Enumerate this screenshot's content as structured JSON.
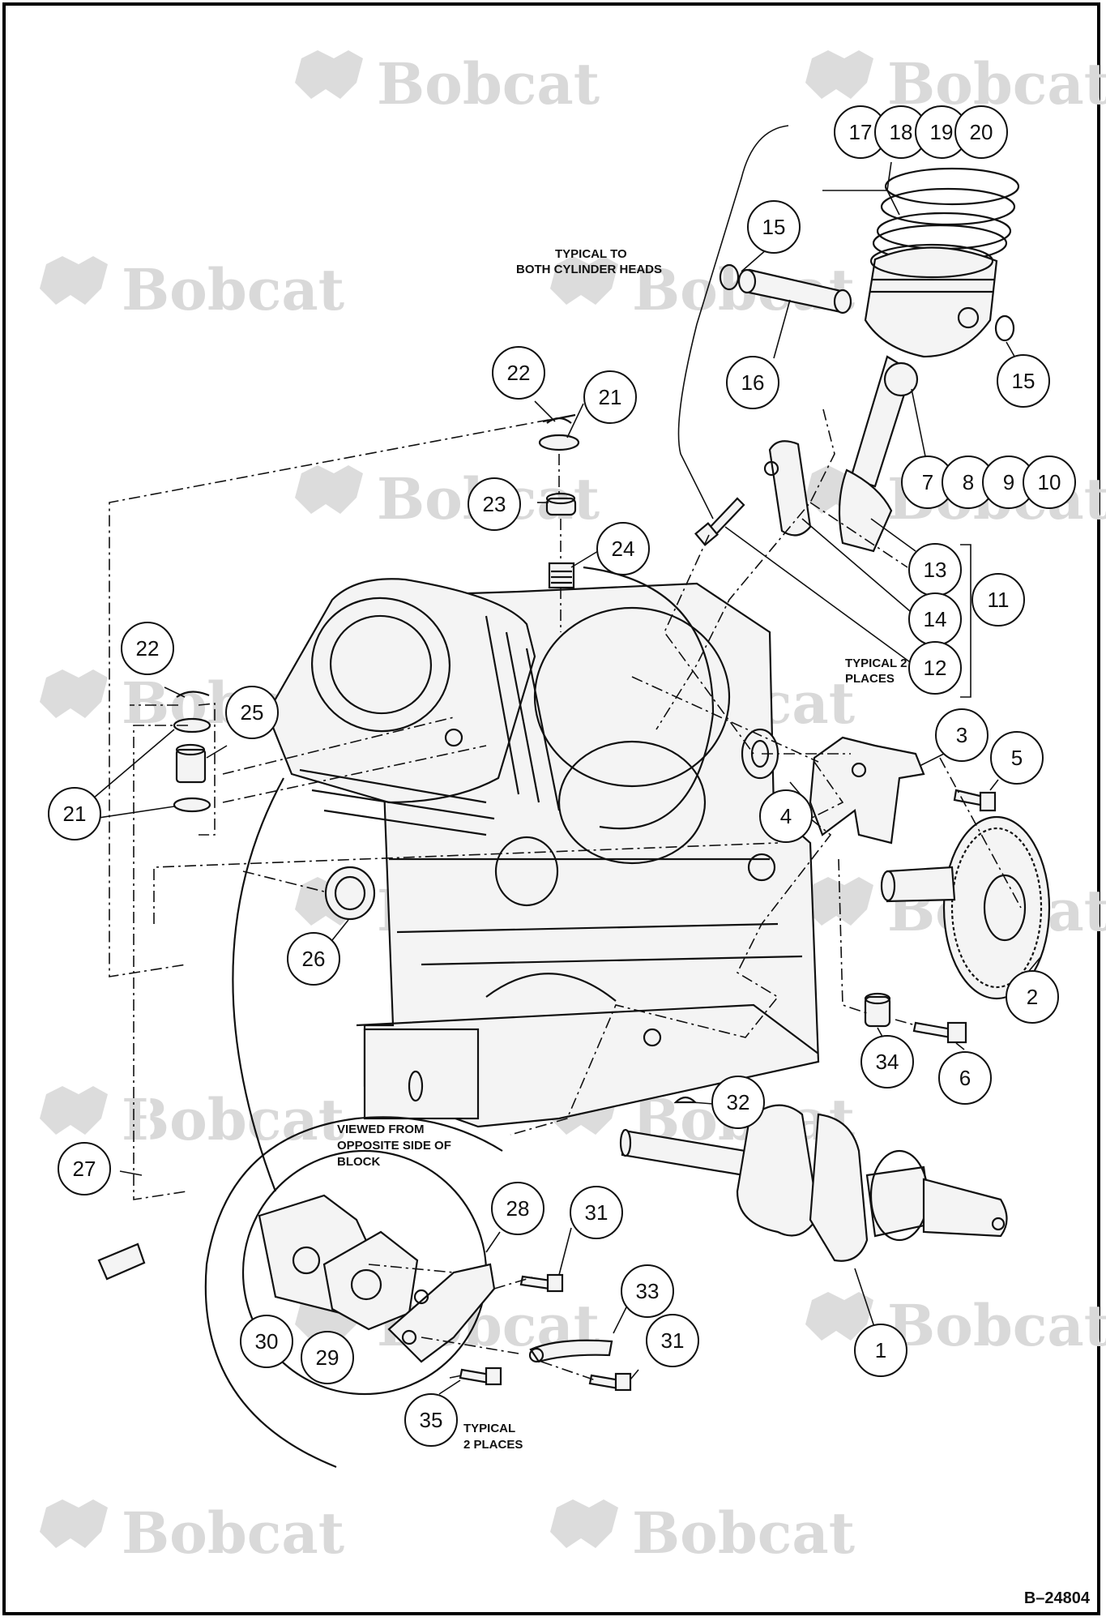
{
  "brand": "Bobcat",
  "figure_id": "B–24804",
  "notes": {
    "typical_heads_1": "TYPICAL TO",
    "typical_heads_2": "BOTH CYLINDER HEADS",
    "typical_places_1": "TYPICAL 2",
    "typical_places_2": "PLACES",
    "viewed_1": "VIEWED FROM",
    "viewed_2": "OPPOSITE SIDE OF",
    "viewed_3": "BLOCK",
    "typical_2places_1": "TYPICAL",
    "typical_2places_2": "2 PLACES"
  },
  "callouts": [
    "17",
    "18",
    "19",
    "20",
    "15",
    "15",
    "16",
    "22",
    "21",
    "7",
    "8",
    "9",
    "10",
    "23",
    "13",
    "24",
    "14",
    "11",
    "22",
    "12",
    "25",
    "3",
    "5",
    "21",
    "4",
    "2",
    "26",
    "34",
    "6",
    "32",
    "27",
    "28",
    "31",
    "33",
    "31",
    "1",
    "30",
    "29",
    "35"
  ]
}
